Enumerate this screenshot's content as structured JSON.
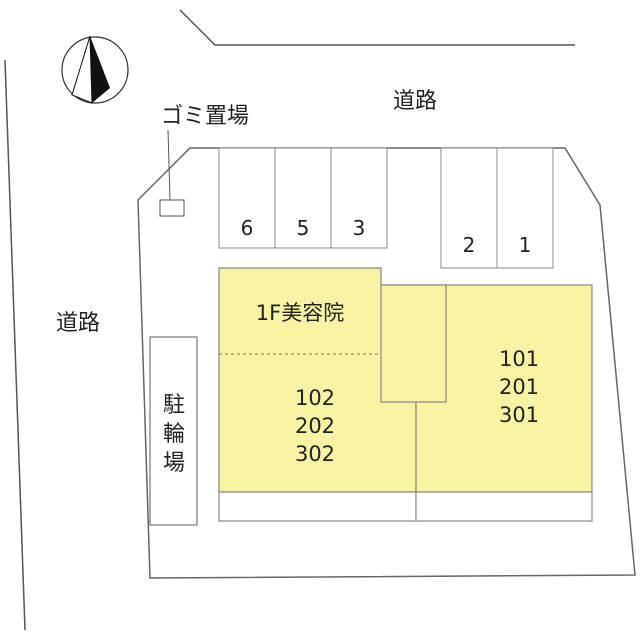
{
  "compass": {
    "label": "N-arrow",
    "icon": "north-arrow-icon"
  },
  "roads": {
    "top": "道路",
    "left": "道路"
  },
  "garbage": {
    "label": "ゴミ置場"
  },
  "bicycle_parking": {
    "chars": [
      "駐",
      "輪",
      "場"
    ]
  },
  "parking_spaces": [
    "6",
    "5",
    "3",
    "2",
    "1"
  ],
  "building_west": {
    "salon_label": "1F美容院",
    "units": [
      "102",
      "202",
      "302"
    ]
  },
  "building_east": {
    "units": [
      "101",
      "201",
      "301"
    ]
  },
  "colors": {
    "building_fill": "#f7f3a3",
    "line": "#777777"
  }
}
